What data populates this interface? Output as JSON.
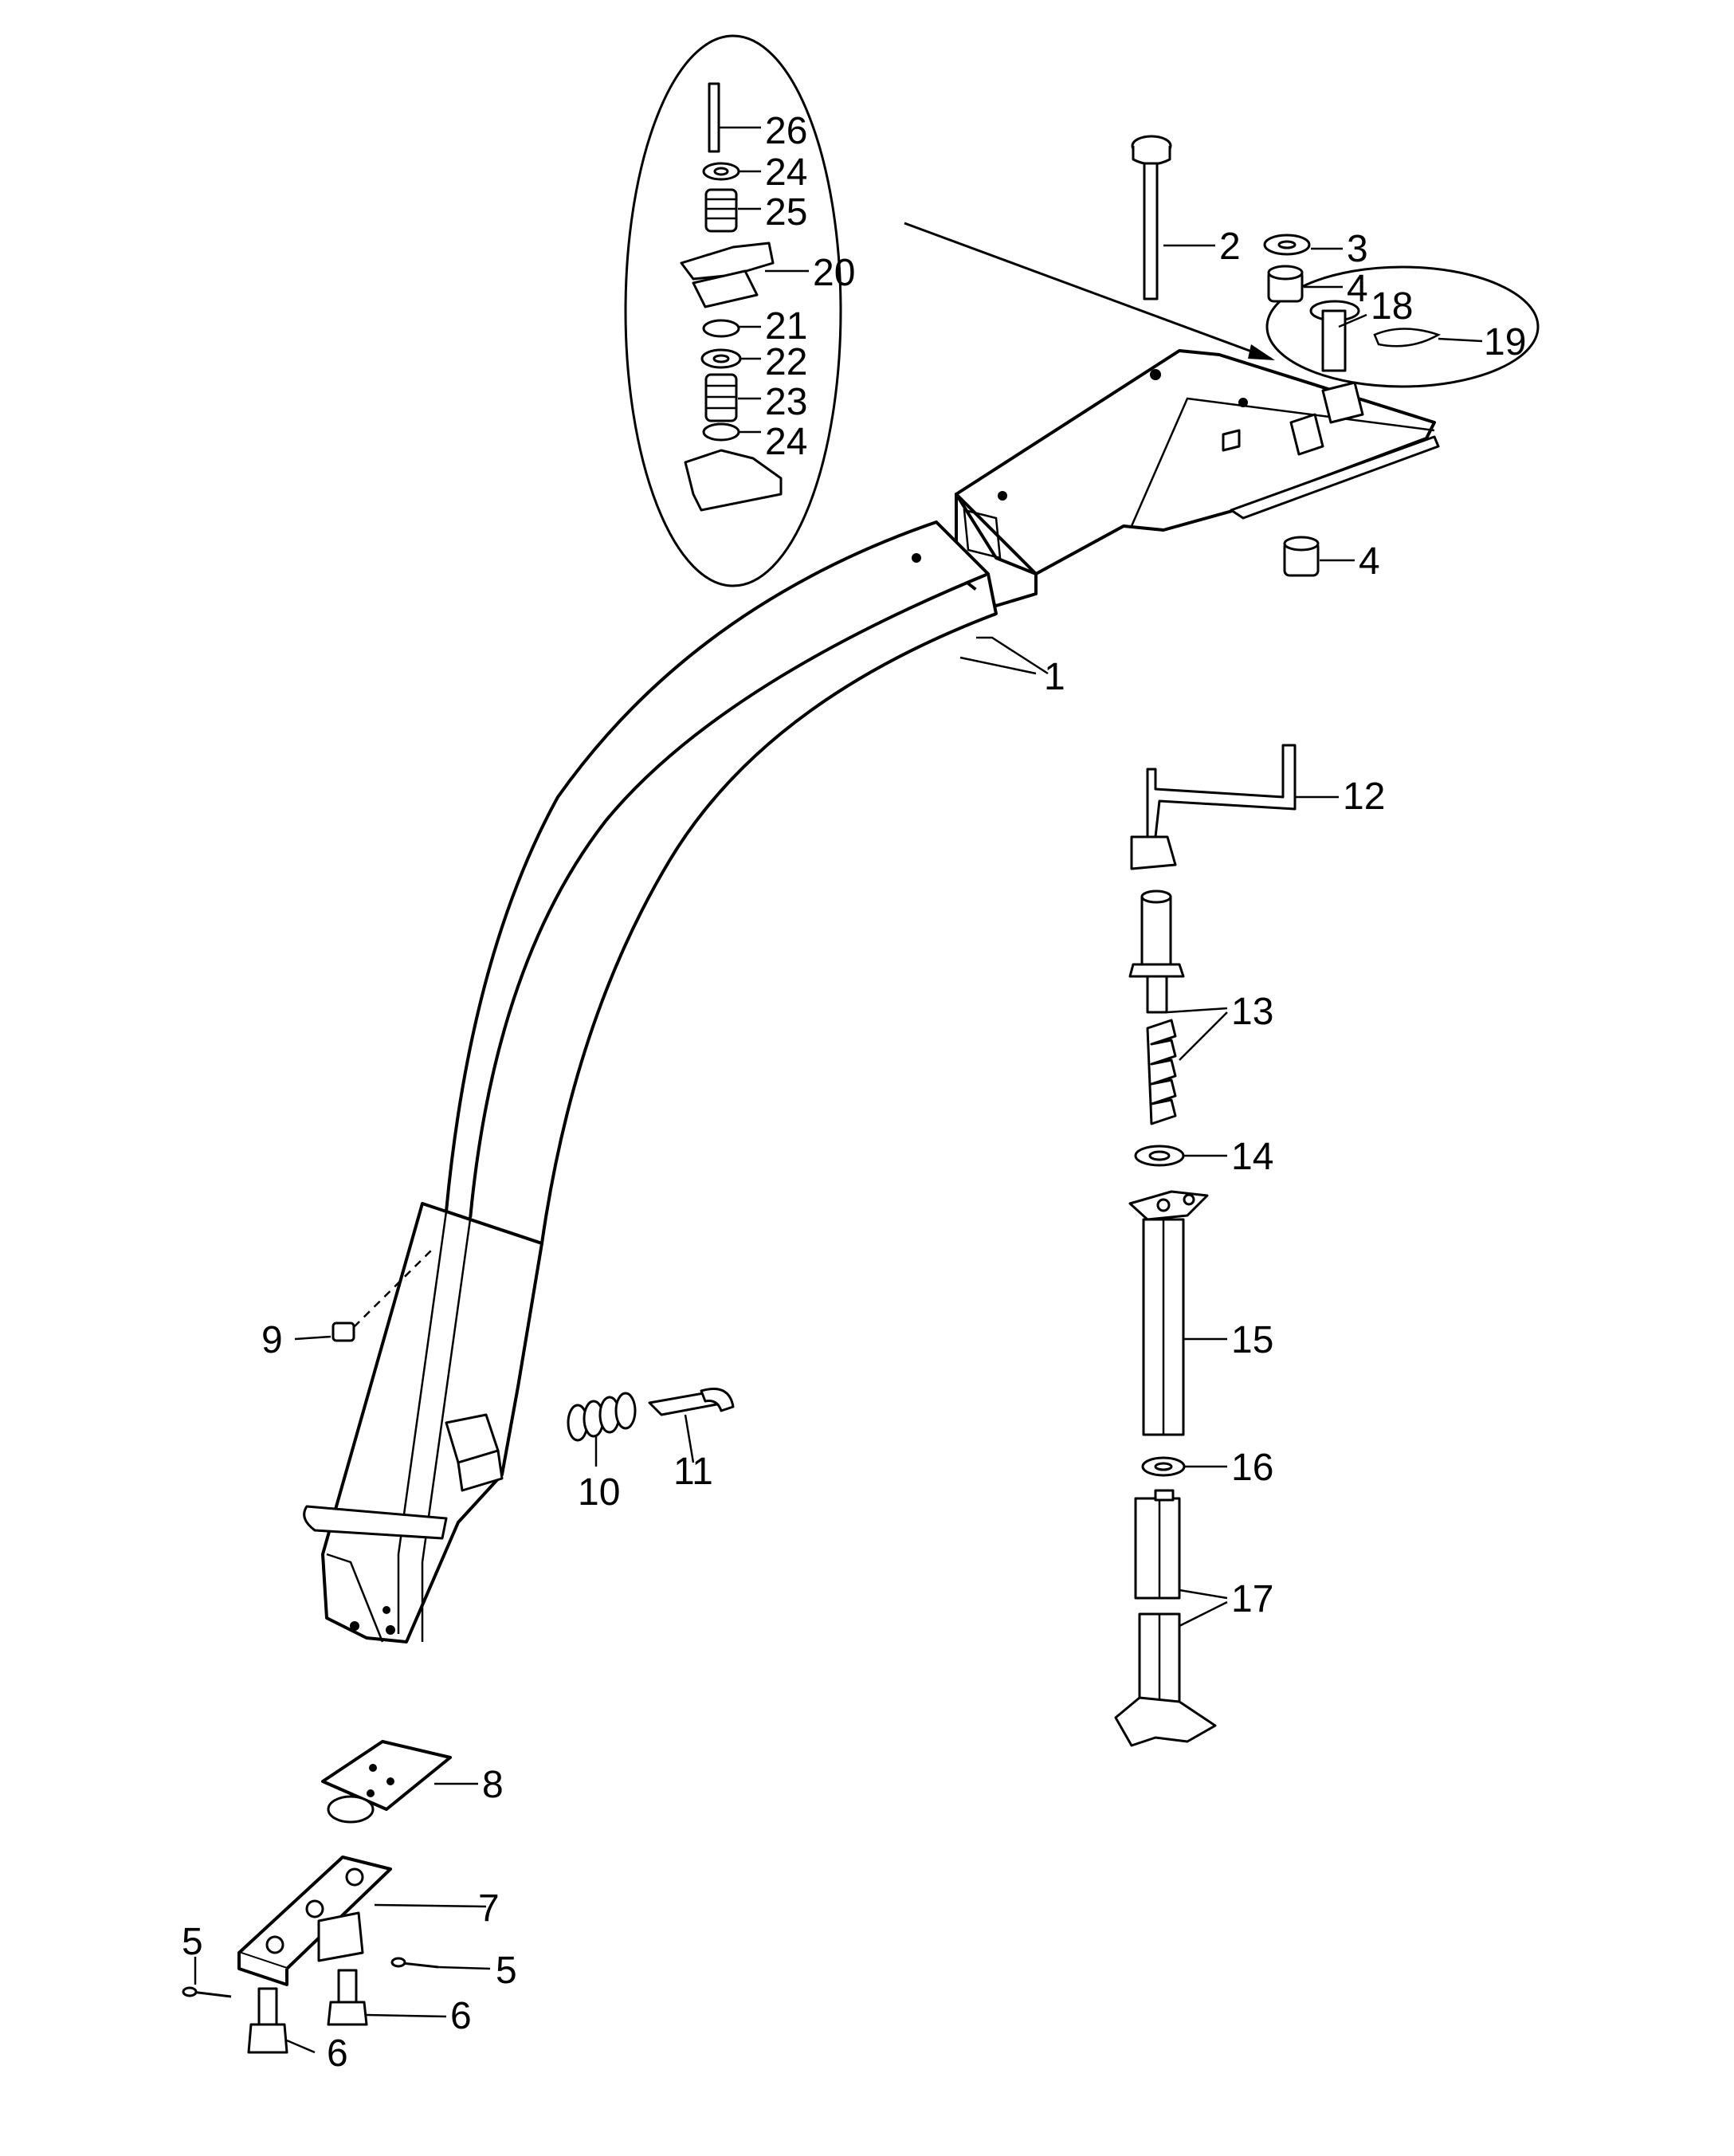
{
  "callouts": {
    "c1": "1",
    "c2": "2",
    "c3": "3",
    "c4a": "4",
    "c4b": "4",
    "c5a": "5",
    "c5b": "5",
    "c6a": "6",
    "c6b": "6",
    "c7": "7",
    "c8": "8",
    "c9": "9",
    "c10": "10",
    "c11": "11",
    "c12": "12",
    "c13": "13",
    "c14": "14",
    "c15": "15",
    "c16": "16",
    "c17": "17",
    "c18": "18",
    "c19": "19",
    "c20": "20",
    "c21": "21",
    "c22": "22",
    "c23": "23",
    "c24a": "24",
    "c24b": "24",
    "c25": "25",
    "c26": "26"
  }
}
